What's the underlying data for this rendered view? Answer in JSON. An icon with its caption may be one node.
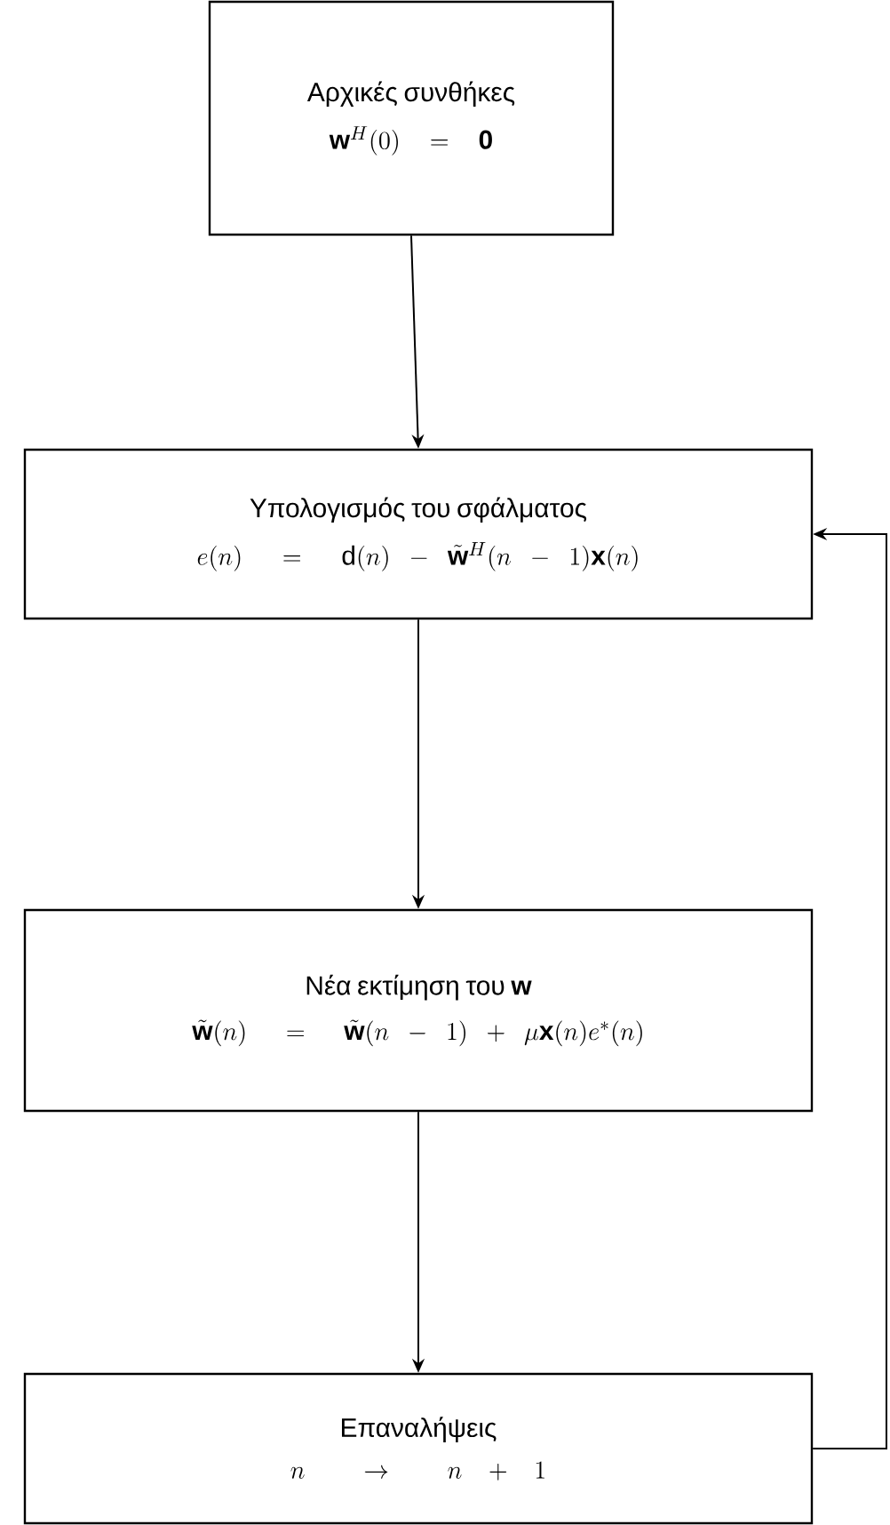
{
  "diagram": {
    "nodes": [
      {
        "text": [
          "Αρχικές συνθήκες",
          "\\mathbf{w}^{H}(0)=\\mathbf{0}"
        ]
      },
      {
        "text": [
          "Υπολογισμός του σφάλματος",
          "e(n)=\\mathrm{d}(n)-\\tilde{\\mathbf{w}}^{H}(n-1)\\mathbf{x}(n)"
        ]
      },
      {
        "text": [
          "Νέα εκτίμηση του **w**",
          "\\tilde{\\mathbf{w}}(n)=\\tilde{\\mathbf{w}}(n-1)+\\mu\\mathbf{x}(n)e^{*}(n)"
        ]
      },
      {
        "text": [
          "Επαναλήψεις",
          "n\\rightarrow n+1"
        ]
      }
    ],
    "edges": [
      {
        "from": 0,
        "to": 1,
        "arrow": "to"
      },
      {
        "from": 1,
        "to": 2,
        "arrow": "to"
      },
      {
        "from": 2,
        "to": 3,
        "arrow": "to"
      },
      {
        "from": 3,
        "to": 1,
        "arrow": "to"
      }
    ]
  }
}
